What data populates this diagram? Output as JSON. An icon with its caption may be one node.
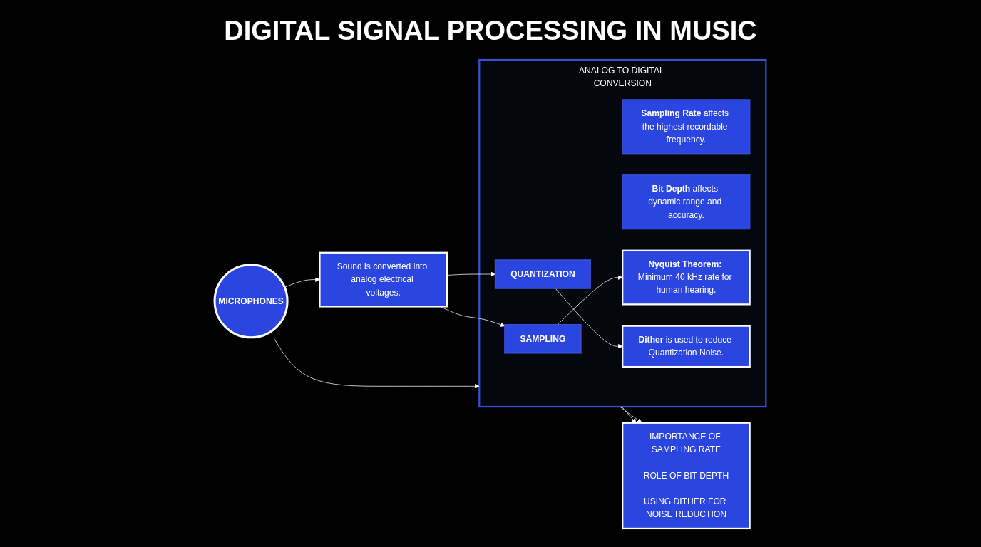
{
  "diagram": {
    "title": "DIGITAL SIGNAL PROCESSING IN MUSIC",
    "nodes": [
      {
        "text": [
          "MICROPHONES"
        ]
      },
      {
        "text": [
          "Sound is converted into analog electrical voltages."
        ]
      },
      {
        "text": [
          "ANALOG TO DIGITAL CONVERSION"
        ]
      },
      {
        "text": [
          "SAMPLING"
        ],
        "in": 2
      },
      {
        "text": [
          "**Sampling Rate** affects the highest recordable frequency."
        ],
        "in": 2
      },
      {
        "text": [
          "QUANTIZATION"
        ],
        "in": 2
      },
      {
        "text": [
          "**Bit Depth** affects dynamic range and accuracy."
        ],
        "in": 2
      },
      {
        "text": [
          "**Nyquist Theorem:** Minimum 40 kHz rate for human hearing."
        ],
        "in": 2
      },
      {
        "text": [
          "**Dither** is used to reduce Quantization Noise."
        ],
        "in": 2
      },
      {
        "text": [
          "IMPORTANCE OF SAMPLING RATE",
          "ROLE OF BIT DEPTH",
          "USING DITHER FOR NOISE REDUCTION"
        ]
      }
    ],
    "edges": [
      {
        "from": 0,
        "to": 2,
        "arrow": "to"
      },
      {
        "from": 0,
        "to": 1,
        "arrow": "to"
      },
      {
        "from": 1,
        "to": 3,
        "arrow": "to"
      },
      {
        "from": 1,
        "to": 5,
        "arrow": "to"
      },
      {
        "from": 3,
        "to": 7,
        "arrow": "to"
      },
      {
        "from": 5,
        "to": 8,
        "arrow": "to"
      },
      {
        "from": 2,
        "to": 9,
        "arrow": "to"
      },
      {
        "from": 2,
        "to": 9,
        "arrow": "to"
      }
    ]
  }
}
